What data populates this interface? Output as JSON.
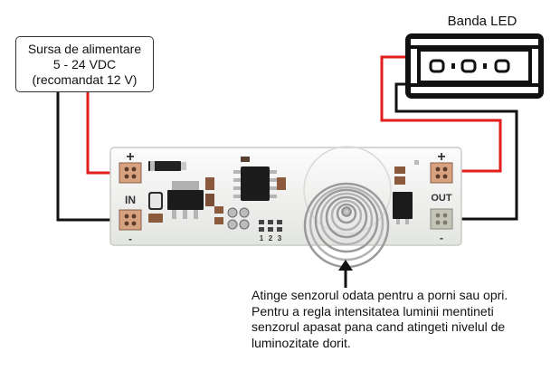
{
  "power_supply": {
    "line1": "Sursa de alimentare",
    "line2": "5 - 24 VDC",
    "line3": "(recomandat 12 V)"
  },
  "led_strip": {
    "title": "Banda LED"
  },
  "board": {
    "input_label": "IN",
    "output_label": "OUT",
    "plus_sign": "+",
    "minus_sign": "-",
    "jumper_numbers": [
      "1",
      "2",
      "3"
    ]
  },
  "instructions": {
    "line1": "Atinge senzorul odata pentru a porni sau opri.",
    "line2": "Pentru a regla intensitatea luminii mentineti",
    "line3": "senzorul apasat pana cand atingeti nivelul de",
    "line4": "luminozitate dorit."
  },
  "colors": {
    "positive_wire": "#e11d1d",
    "negative_wire": "#111111",
    "board": "#f4f5f3"
  }
}
